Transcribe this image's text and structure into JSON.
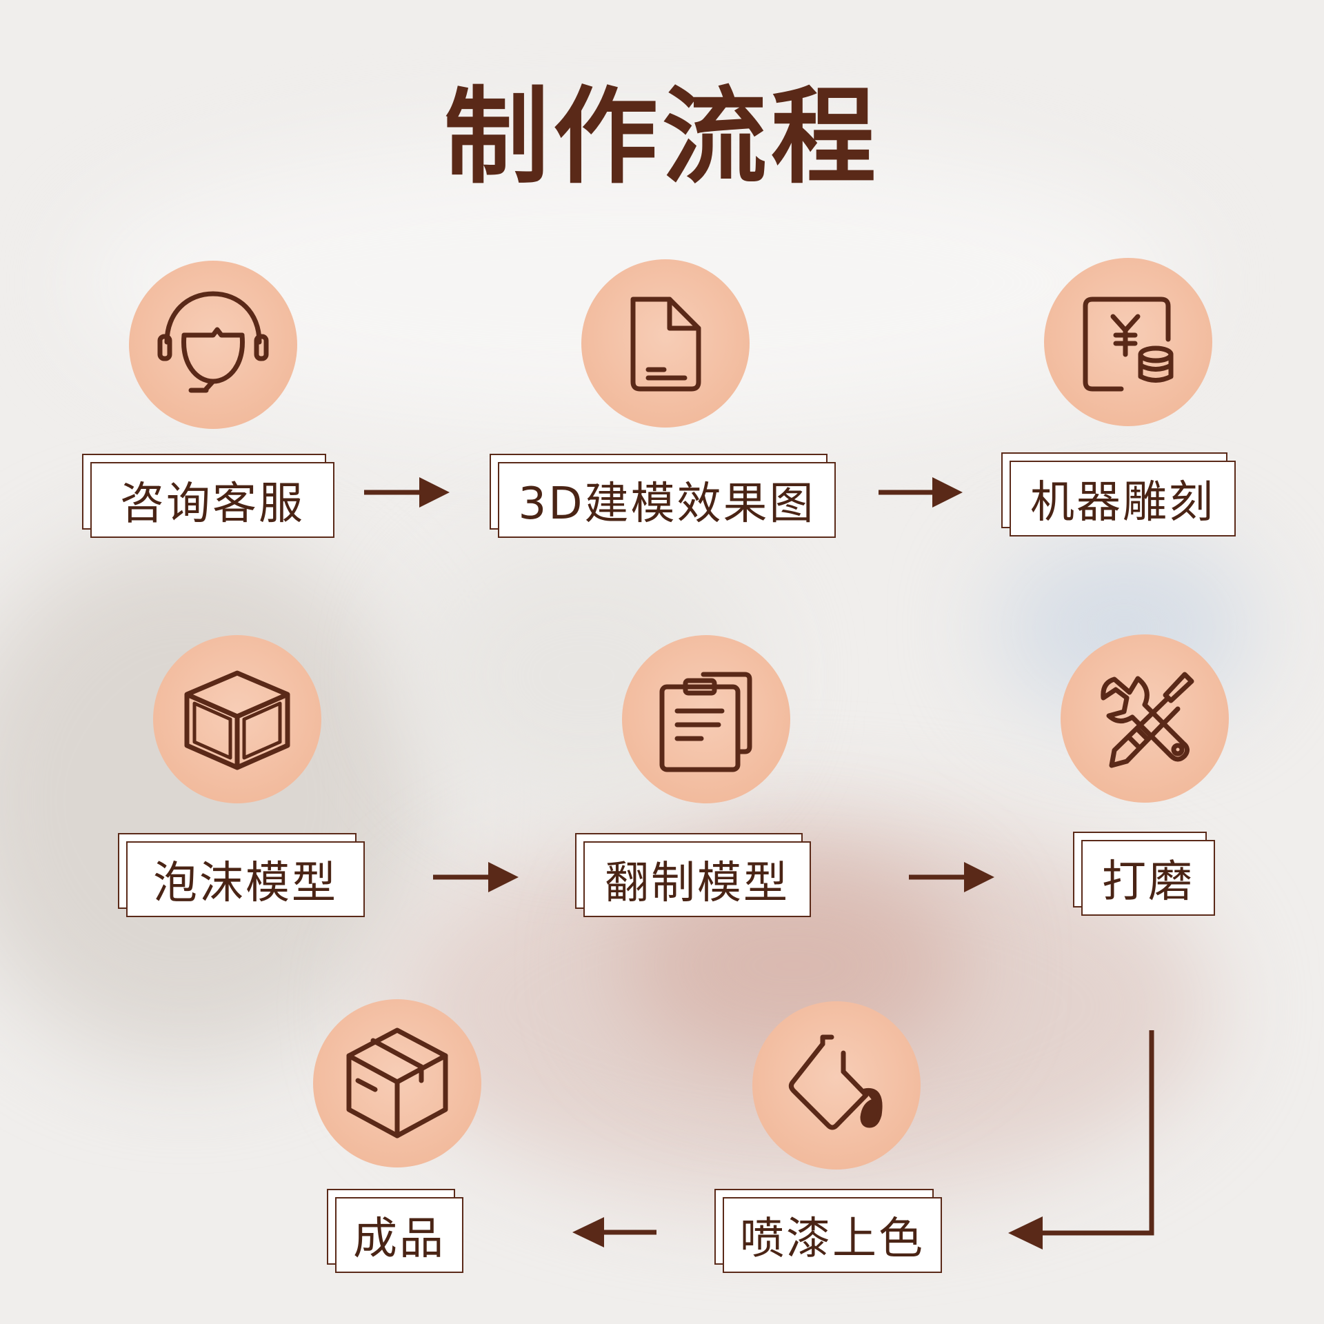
{
  "title": "制作流程",
  "colors": {
    "accent_dark": "#5a2918",
    "circle_fill": "#f3bfa3",
    "label_bg": "#ffffff"
  },
  "steps": [
    {
      "label": "咨询客服",
      "icon": "headset-icon"
    },
    {
      "label": "3D建模效果图",
      "icon": "document-icon"
    },
    {
      "label": "机器雕刻",
      "icon": "payment-coins-icon"
    },
    {
      "label": "泡沫模型",
      "icon": "cube-icon"
    },
    {
      "label": "翻制模型",
      "icon": "clipboard-icon"
    },
    {
      "label": "打磨",
      "icon": "tools-icon"
    },
    {
      "label": "成品",
      "icon": "package-icon"
    },
    {
      "label": "喷漆上色",
      "icon": "paint-bucket-icon"
    }
  ]
}
